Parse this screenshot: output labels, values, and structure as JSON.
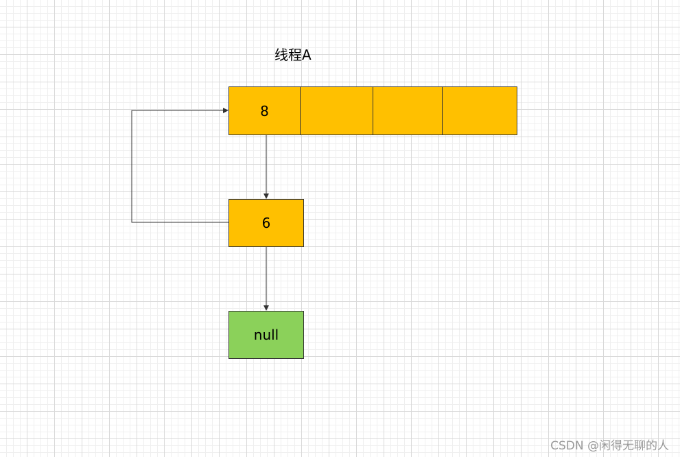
{
  "diagram": {
    "title": "线程A",
    "array_cells": [
      "8",
      "",
      "",
      ""
    ],
    "list_nodes": [
      {
        "value": "6"
      },
      {
        "value": "null"
      }
    ],
    "colors": {
      "array_fill": "#ffc000",
      "node_fill": "#ffc000",
      "null_fill": "#8bd15a",
      "stroke": "#333333"
    }
  },
  "watermark": "CSDN @闲得无聊的人"
}
